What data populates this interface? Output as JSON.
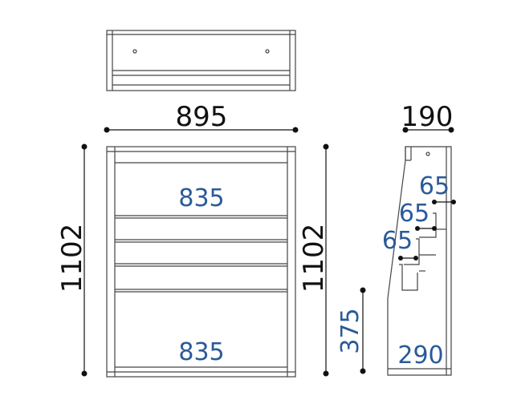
{
  "colors": {
    "outline": "#444444",
    "dimension_black": "#111111",
    "dimension_blue": "#2a5a9a"
  },
  "dimensions": {
    "overall_width": "895",
    "overall_depth": "190",
    "overall_height_left": "1102",
    "overall_height_right": "1102",
    "inner_width_top": "835",
    "inner_width_bottom": "835",
    "shelf_depth_1": "65",
    "shelf_depth_2": "65",
    "shelf_depth_3": "65",
    "base_height": "375",
    "base_depth": "290"
  }
}
